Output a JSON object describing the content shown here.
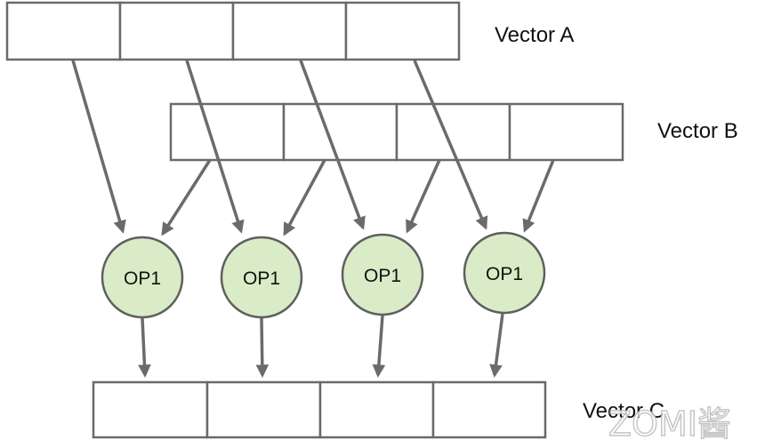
{
  "vectors": {
    "a": {
      "label": "Vector A",
      "cell_count": 4
    },
    "b": {
      "label": "Vector B",
      "cell_count": 4
    },
    "c": {
      "label": "Vector C",
      "cell_count": 4
    }
  },
  "operations": [
    {
      "label": "OP1"
    },
    {
      "label": "OP1"
    },
    {
      "label": "OP1"
    },
    {
      "label": "OP1"
    }
  ],
  "watermark": "ZOMI酱",
  "colors": {
    "op_fill": "#d9ecc7",
    "stroke": "#6a6a6a",
    "arrow": "#6b6b6b"
  }
}
